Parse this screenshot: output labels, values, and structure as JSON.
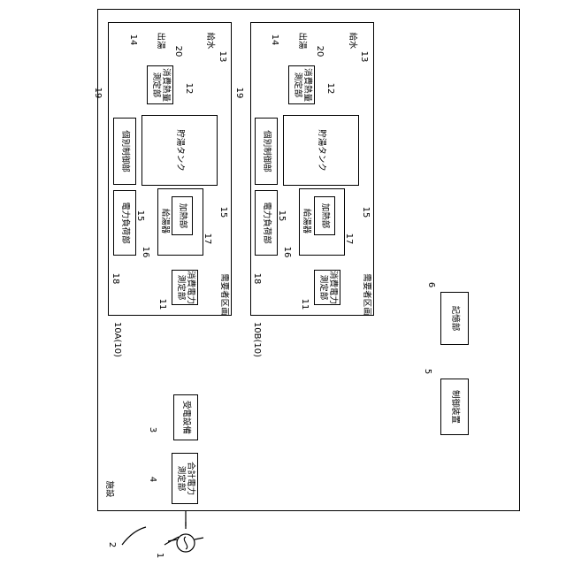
{
  "facility": {
    "label": "施設",
    "ref": "2"
  },
  "power_source": {
    "ref": "1"
  },
  "total_meter": {
    "lines": [
      "合計電力",
      "測定部"
    ],
    "ref": "4"
  },
  "power_receiver": {
    "label": "受電設備",
    "ref": "3"
  },
  "control_device": {
    "label": "制御装置",
    "ref": "5"
  },
  "storage": {
    "label": "記憶部",
    "ref": "6"
  },
  "area_a": {
    "title": "需要者区画",
    "ref": "10A(10)",
    "meter": {
      "lines": [
        "消費電力",
        "測定部"
      ],
      "ref": "11"
    },
    "tank": {
      "label": "貯湯タンク",
      "ref": "12"
    },
    "supply_water": {
      "label": "給水",
      "ref": "13"
    },
    "hot_water_out": {
      "label": "出湯",
      "ref": "14"
    },
    "pipe_ref": "15",
    "heater": {
      "label": "給湯器",
      "ref": "16"
    },
    "heating_unit": {
      "label": "加熱部",
      "ref": "17"
    },
    "load": {
      "label": "電力負荷部",
      "ref": "18"
    },
    "individual_control": {
      "label": "個別制御部",
      "ref": "19"
    },
    "heat_meter": {
      "lines": [
        "消費熱量",
        "測定部"
      ],
      "ref": "20"
    }
  },
  "area_b": {
    "title": "需要者区画",
    "ref": "10B(10)",
    "meter": {
      "lines": [
        "消費電力",
        "測定部"
      ],
      "ref": "11"
    },
    "tank": {
      "label": "貯湯タンク",
      "ref": "12"
    },
    "supply_water": {
      "label": "給水",
      "ref": "13"
    },
    "hot_water_out": {
      "label": "出湯",
      "ref": "14"
    },
    "pipe_ref": "15",
    "heater": {
      "label": "給湯器",
      "ref": "16"
    },
    "heating_unit": {
      "label": "加熱部",
      "ref": "17"
    },
    "load": {
      "label": "電力負荷部",
      "ref": "18"
    },
    "individual_control": {
      "label": "個別制御部",
      "ref": "19"
    },
    "heat_meter": {
      "lines": [
        "消費熱量",
        "測定部"
      ],
      "ref": "20"
    }
  }
}
